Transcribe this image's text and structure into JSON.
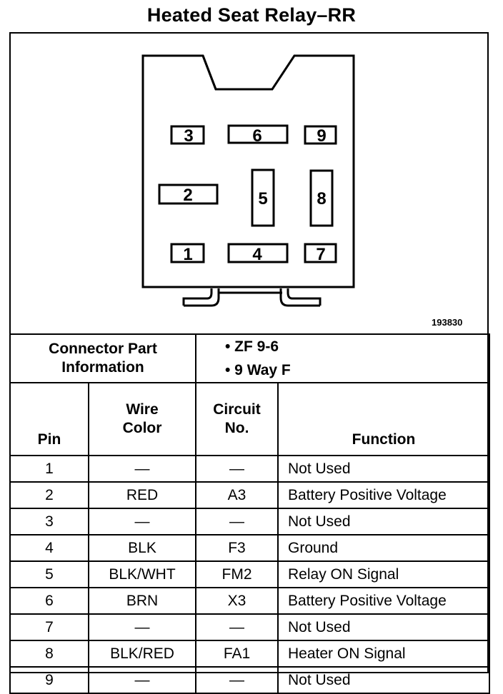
{
  "title": "Heated Seat Relay–RR",
  "figure_id": "193830",
  "connector_pins": [
    "1",
    "2",
    "3",
    "4",
    "5",
    "6",
    "7",
    "8",
    "9"
  ],
  "connector_part": {
    "label_line1": "Connector Part",
    "label_line2": "Information",
    "items": [
      "•  ZF 9-6",
      "•  9 Way F"
    ]
  },
  "table": {
    "headers": {
      "pin": "Pin",
      "wire_color_1": "Wire",
      "wire_color_2": "Color",
      "circuit_1": "Circuit",
      "circuit_2": "No.",
      "function": "Function"
    },
    "rows": [
      {
        "pin": "1",
        "wire": "—",
        "circuit": "—",
        "function": "Not Used"
      },
      {
        "pin": "2",
        "wire": "RED",
        "circuit": "A3",
        "function": "Battery Positive Voltage"
      },
      {
        "pin": "3",
        "wire": "—",
        "circuit": "—",
        "function": "Not Used"
      },
      {
        "pin": "4",
        "wire": "BLK",
        "circuit": "F3",
        "function": "Ground"
      },
      {
        "pin": "5",
        "wire": "BLK/WHT",
        "circuit": "FM2",
        "function": "Relay ON Signal"
      },
      {
        "pin": "6",
        "wire": "BRN",
        "circuit": "X3",
        "function": "Battery Positive Voltage"
      },
      {
        "pin": "7",
        "wire": "—",
        "circuit": "—",
        "function": "Not Used"
      },
      {
        "pin": "8",
        "wire": "BLK/RED",
        "circuit": "FA1",
        "function": "Heater ON Signal"
      },
      {
        "pin": "9",
        "wire": "—",
        "circuit": "—",
        "function": "Not Used"
      }
    ]
  }
}
